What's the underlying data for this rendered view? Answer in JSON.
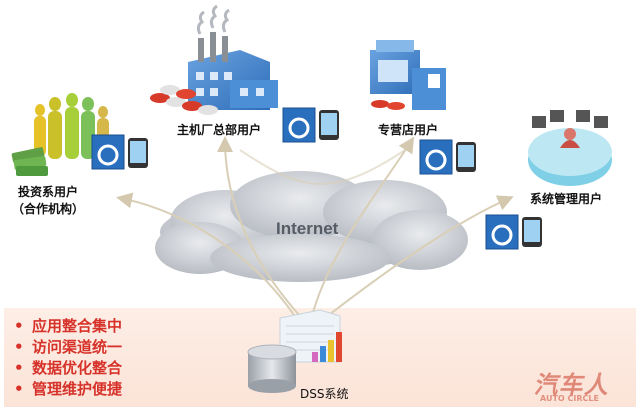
{
  "nodes": {
    "investor": {
      "label_line1": "投资系用户",
      "label_line2": "（合作机构）"
    },
    "oem_hq": {
      "label": "主机厂总部用户"
    },
    "dealer": {
      "label": "专营店用户"
    },
    "sysadmin": {
      "label": "系统管理用户"
    },
    "dss": {
      "label": "DSS系统"
    }
  },
  "cloud": {
    "label": "Internet"
  },
  "benefits": {
    "bullet_glyph": "•",
    "items": [
      "应用整合集中",
      "访问渠道统一",
      "数据优化整合",
      "管理维护便捷"
    ]
  },
  "watermark": {
    "text": "汽车人",
    "sub": "AUTO CIRCLE"
  },
  "colors": {
    "bullet_text": "#d6322a",
    "panel_bg": "#fde9df",
    "arrow": "#d9cfb7",
    "cloud": "#c6c9ce",
    "building": "#3c7cc8"
  }
}
